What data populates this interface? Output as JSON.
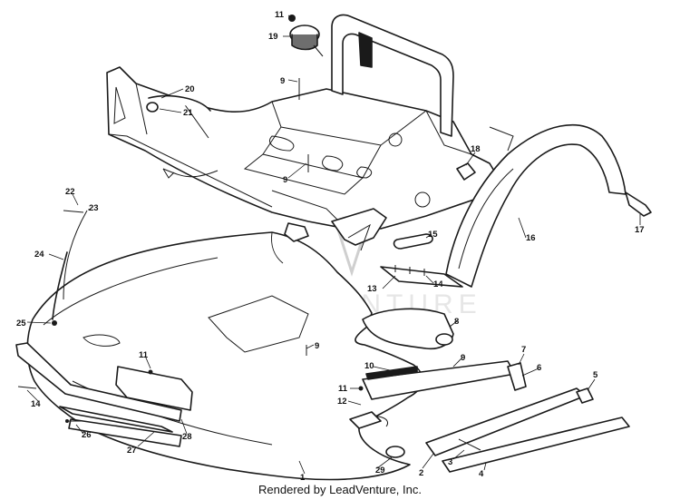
{
  "watermark": "LEADVENTURE",
  "footer": "Rendered by LeadVenture, Inc.",
  "callouts": {
    "c1": "1",
    "c2": "2",
    "c3": "3",
    "c4": "4",
    "c5": "5",
    "c6": "6",
    "c7": "7",
    "c8": "8",
    "c9a": "9",
    "c9b": "9",
    "c9c": "9",
    "c9d": "9",
    "c10": "10",
    "c11a": "11",
    "c11b": "11",
    "c11c": "11",
    "c12": "12",
    "c13": "13",
    "c14a": "14",
    "c14b": "14",
    "c15": "15",
    "c16": "16",
    "c17": "17",
    "c18": "18",
    "c19": "19",
    "c20": "20",
    "c21": "21",
    "c22": "22",
    "c23": "23",
    "c24": "24",
    "c25": "25",
    "c26": "26",
    "c27": "27",
    "c28": "28",
    "c29": "29"
  }
}
